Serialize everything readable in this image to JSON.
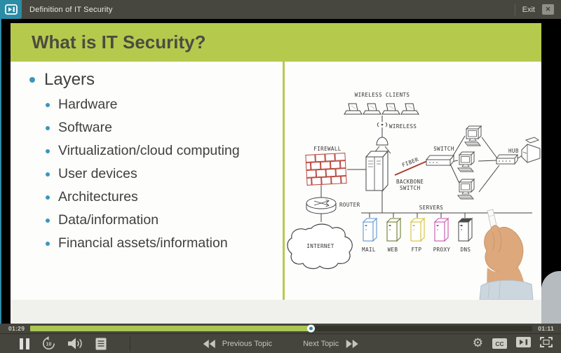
{
  "titlebar": {
    "title": "Definition of IT Security",
    "exit_label": "Exit",
    "close_glyph": "✕"
  },
  "slide": {
    "heading": "What is IT Security?",
    "bullets": {
      "main": "Layers",
      "sub": [
        "Hardware",
        "Software",
        "Virtualization/cloud computing",
        "User devices",
        "Architectures",
        "Data/information",
        "Financial assets/information"
      ]
    },
    "diagram": {
      "labels": {
        "wireless_clients": "WIRELESS CLIENTS",
        "wireless": "WIRELESS",
        "firewall": "FIREWALL",
        "backbone_line1": "BACKBONE",
        "backbone_line2": "SWITCH",
        "fiber": "FIBER",
        "switch": "SWITCH",
        "hub": "HUB",
        "router": "ROUTER",
        "internet": "INTERNET",
        "servers": "SERVERS",
        "server_names": [
          "MAIL",
          "WEB",
          "FTP",
          "PROXY",
          "DNS"
        ]
      }
    }
  },
  "player": {
    "elapsed": "01:29",
    "remaining": "01:11",
    "progress_percent": 56,
    "progress_style": "width:55.8%",
    "controls": {
      "previous_label": "Previous Topic",
      "next_label": "Next Topic",
      "replay_label": "10",
      "cc_label": "CC",
      "gear_glyph": "⚙"
    }
  },
  "colors": {
    "accent_teal": "#2b8ca6",
    "header_green": "#b5ca4d",
    "progress_green": "#abc655",
    "bar_background": "#45453e",
    "bullet_blue": "#3a96bf",
    "brick_red": "#b8453a",
    "server_colors": [
      "#5f97d0",
      "#6f7d33",
      "#d2c23c",
      "#c557ae",
      "#555555"
    ]
  }
}
